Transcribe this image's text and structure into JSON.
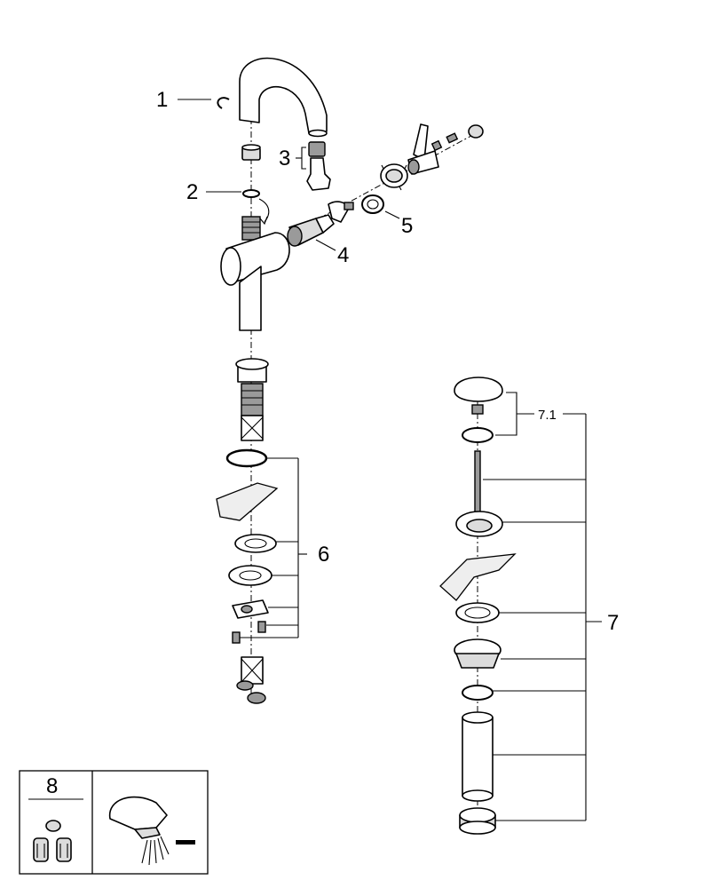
{
  "labels": {
    "p1": "1",
    "p2": "2",
    "p3": "3",
    "p4": "4",
    "p5": "5",
    "p6": "6",
    "p7": "7",
    "p7_1": "7.1",
    "p8": "8"
  },
  "colors": {
    "line": "#000000",
    "fill_light": "#dcdcdc",
    "fill_dark": "#9a9a9a",
    "background": "#ffffff"
  },
  "icons": {
    "spray": "spray-aerator-icon",
    "minus": "minus-icon"
  }
}
